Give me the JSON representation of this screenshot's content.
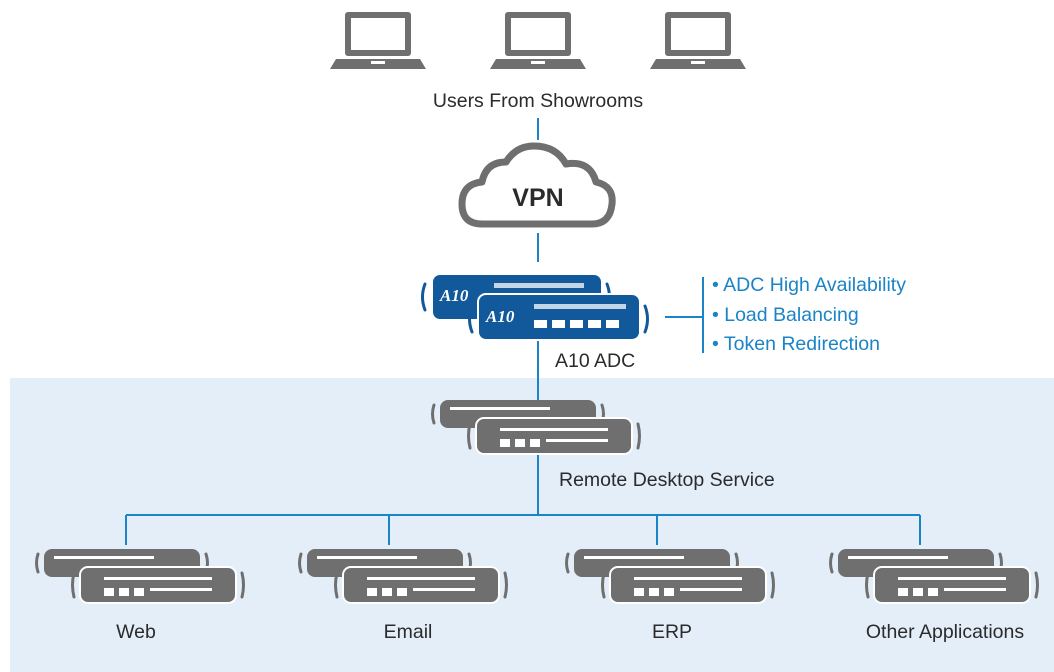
{
  "users": {
    "label": "Users From Showrooms",
    "count": 3
  },
  "vpn": {
    "label": "VPN"
  },
  "adc": {
    "label": "A10 ADC",
    "logo_text": "A10",
    "features": [
      "• ADC High Availability",
      "• Load Balancing",
      "• Token Redirection"
    ]
  },
  "rds": {
    "label": "Remote Desktop Service"
  },
  "apps": [
    {
      "label": "Web"
    },
    {
      "label": "Email"
    },
    {
      "label": "ERP"
    },
    {
      "label": "Other Applications"
    }
  ],
  "colors": {
    "line": "#1a84c7",
    "zone": "#e3eef9",
    "device": "#707070",
    "adc_fill": "#12599b",
    "feature_text": "#1a84c7"
  }
}
